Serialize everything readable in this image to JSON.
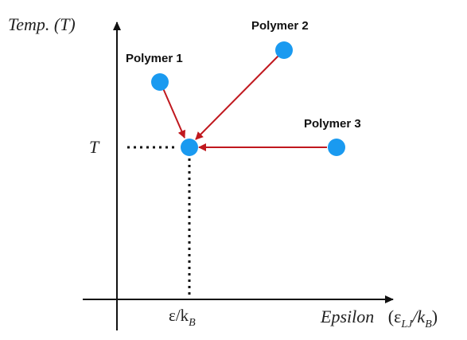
{
  "axes": {
    "y_label": "Temp.  (T)",
    "x_label_main": "Epsilon",
    "x_label_symbol": "ε",
    "x_label_subscript": "LJ",
    "x_label_sep": "/k",
    "x_label_sub_b": "B"
  },
  "markers": {
    "t_label": "T",
    "eps_label_main": "ε/k",
    "eps_label_sub": "B"
  },
  "polymers": [
    {
      "label": "Polymer 1"
    },
    {
      "label": "Polymer 2"
    },
    {
      "label": "Polymer 3"
    }
  ],
  "colors": {
    "node": "#1a9af0",
    "arrow": "#c0181e",
    "axis": "#111111"
  }
}
